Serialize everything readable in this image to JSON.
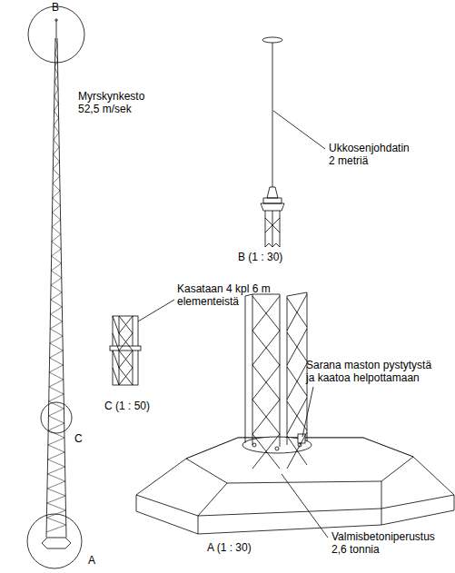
{
  "diagram": {
    "labels": [
      "B",
      "Myrskynkesto 52,5 m/sek",
      "Ukkosenjohdatin 2 metriä",
      "B (1 : 30)",
      "Kasataan 4 kpl 6 m elementeistä",
      "C (1 : 50)",
      "Sarana maston pystytystä ja kaatoa helpottamaan",
      "A (1 : 30)",
      "Valmisbetoniperustus 2,6 tonnia",
      "C",
      "A"
    ]
  }
}
